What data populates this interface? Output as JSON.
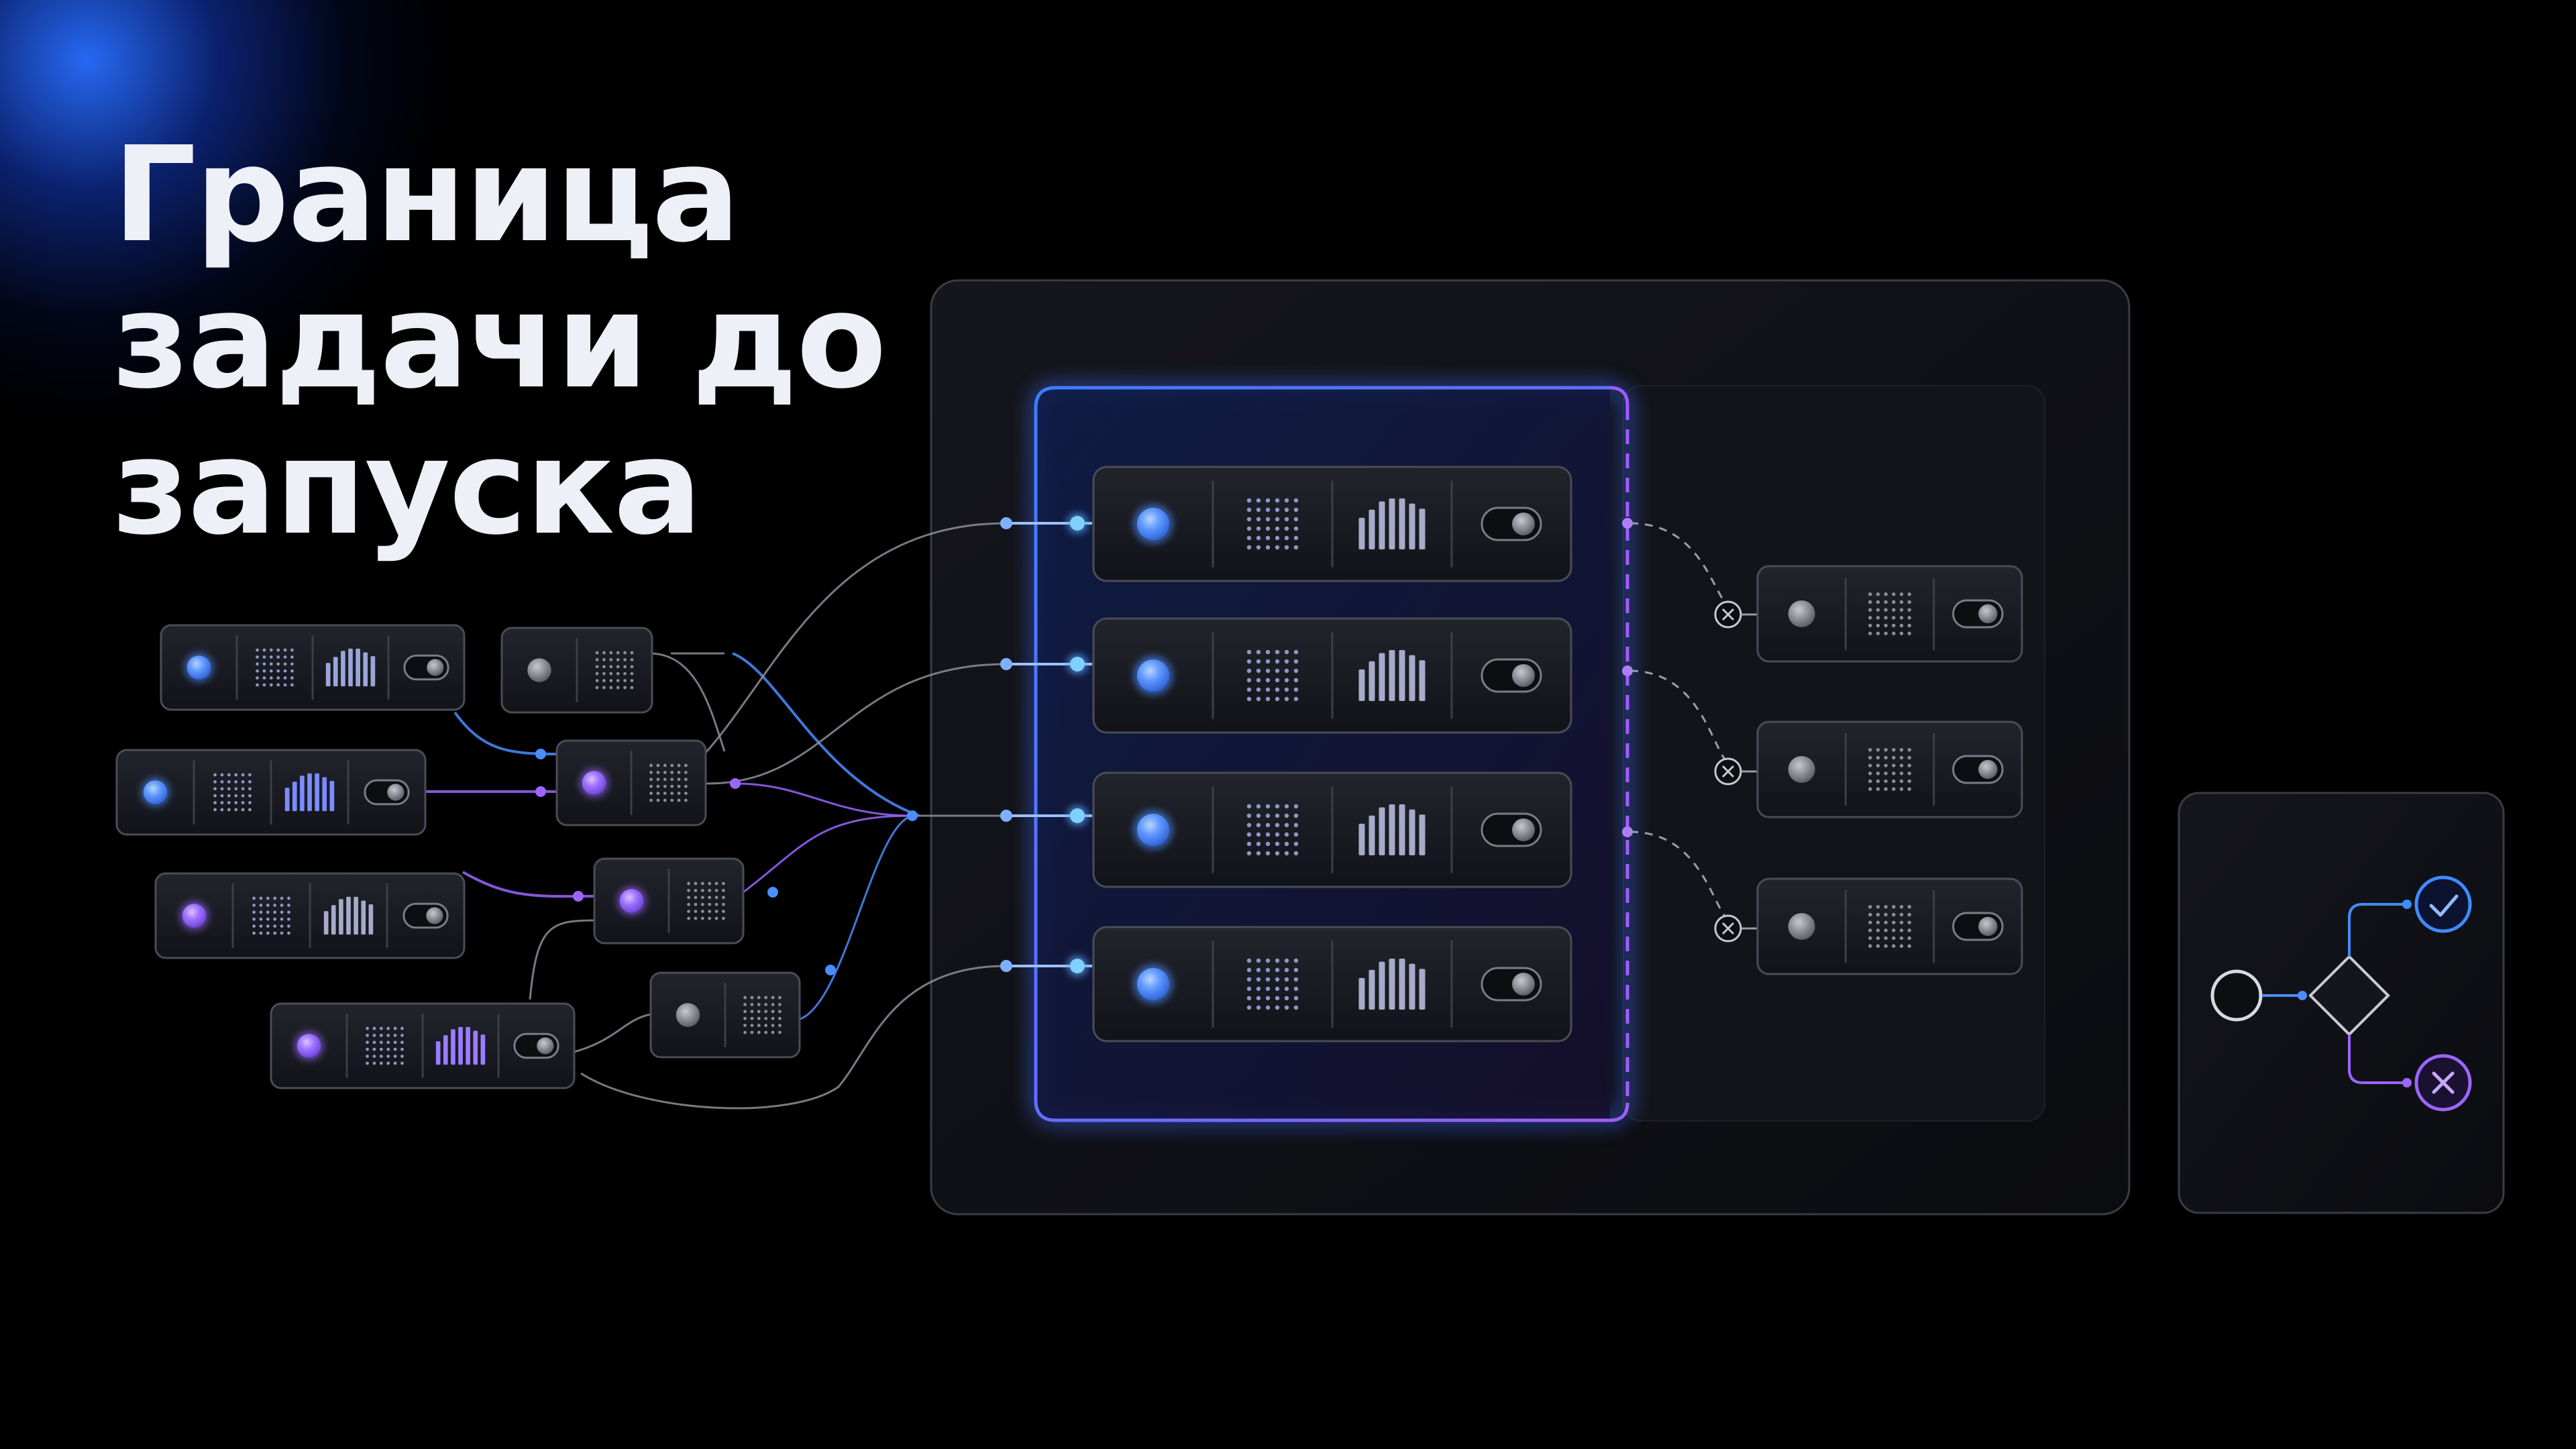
{
  "headline": {
    "line1": "Граница",
    "line2": "задачи до",
    "line3": "запуска"
  },
  "colors": {
    "background": "#000000",
    "glow_blue": "#2a6dff",
    "accent_blue": "#4b8dff",
    "accent_violet": "#9b66ff",
    "success": "#3f8cff",
    "error": "#9b66ff",
    "card": "#16171d",
    "panel": "#0e0f14",
    "text": "#eef0f8"
  },
  "icons": {
    "decision_success": "check-icon",
    "decision_error": "cross-icon",
    "blocked_edge": "x-circle-icon",
    "start": "start-node-icon",
    "decision": "diamond-decision-icon"
  }
}
